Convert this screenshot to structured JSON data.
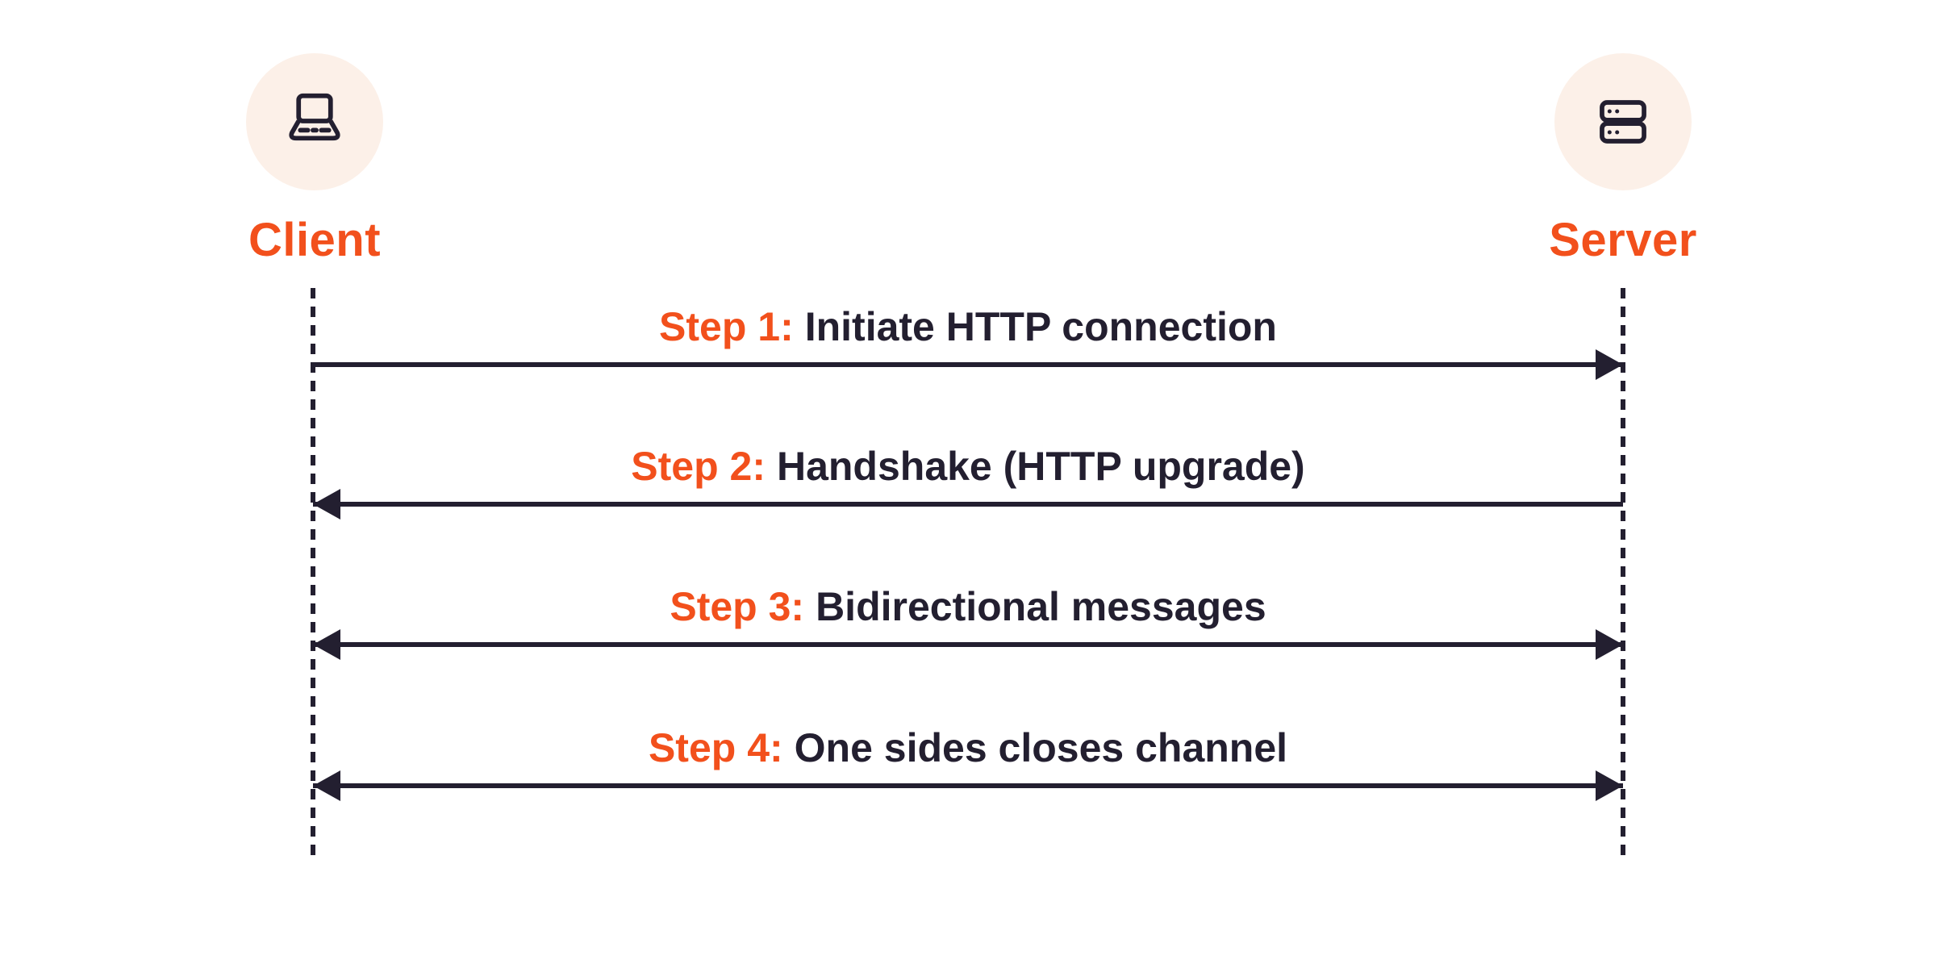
{
  "diagram": {
    "actors": [
      {
        "name": "Client",
        "icon": "laptop-icon"
      },
      {
        "name": "Server",
        "icon": "server-icon"
      }
    ],
    "steps": [
      {
        "prefix": "Step 1:",
        "label": "Initiate HTTP connection",
        "direction": "right"
      },
      {
        "prefix": "Step 2:",
        "label": "Handshake (HTTP upgrade)",
        "direction": "left"
      },
      {
        "prefix": "Step 3:",
        "label": "Bidirectional messages",
        "direction": "both"
      },
      {
        "prefix": "Step 4:",
        "label": "One sides closes channel",
        "direction": "both"
      }
    ],
    "colors": {
      "accent": "#F2501C",
      "ink": "#231F30",
      "actor_circle": "#FCF0E8",
      "background": "#FFFFFF"
    }
  }
}
